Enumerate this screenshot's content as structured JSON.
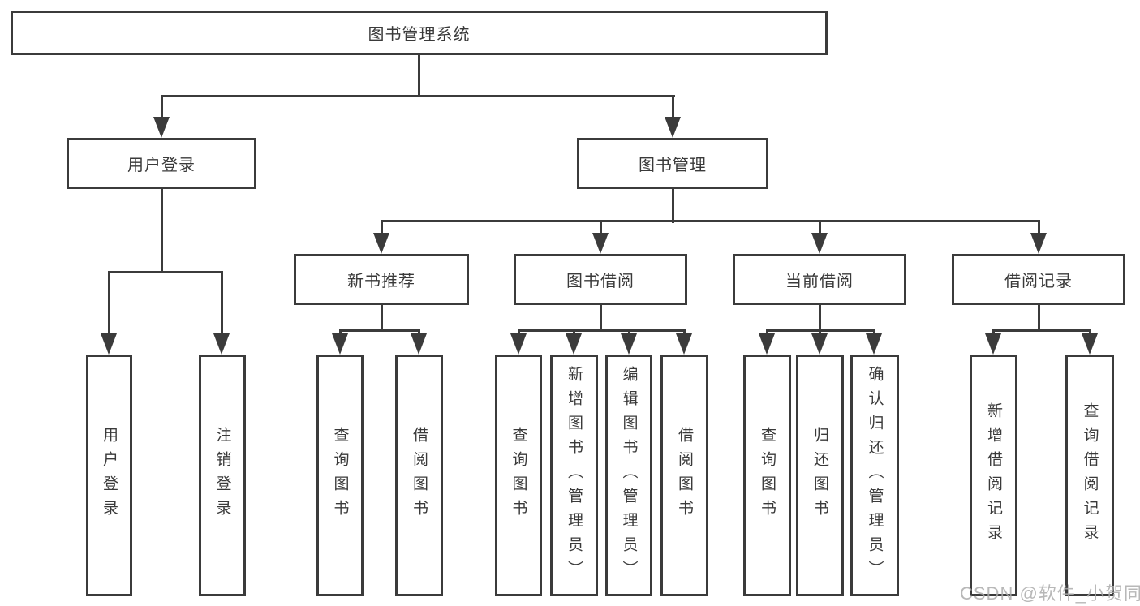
{
  "root": {
    "label": "图书管理系统"
  },
  "level2": [
    {
      "label": "用户登录",
      "leaves": [
        {
          "label": "用户登录"
        },
        {
          "label": "注销登录"
        }
      ]
    },
    {
      "label": "图书管理",
      "sections": [
        {
          "label": "新书推荐",
          "leaves": [
            {
              "label": "查询图书"
            },
            {
              "label": "借阅图书"
            }
          ]
        },
        {
          "label": "图书借阅",
          "leaves": [
            {
              "label": "查询图书"
            },
            {
              "label": "新增图书（管理员）"
            },
            {
              "label": "编辑图书（管理员）"
            },
            {
              "label": "借阅图书"
            }
          ]
        },
        {
          "label": "当前借阅",
          "leaves": [
            {
              "label": "查询图书"
            },
            {
              "label": "归还图书"
            },
            {
              "label": "确认归还（管理员）"
            }
          ]
        },
        {
          "label": "借阅记录",
          "leaves": [
            {
              "label": "新增借阅记录"
            },
            {
              "label": "查询借阅记录"
            }
          ]
        }
      ]
    }
  ],
  "watermark": {
    "text": "CSDN @软件_小贺同学"
  },
  "colors": {
    "line": "#3b3b3b",
    "text": "#3a3a3a",
    "background": "#ffffff",
    "watermark": "#acacac"
  }
}
